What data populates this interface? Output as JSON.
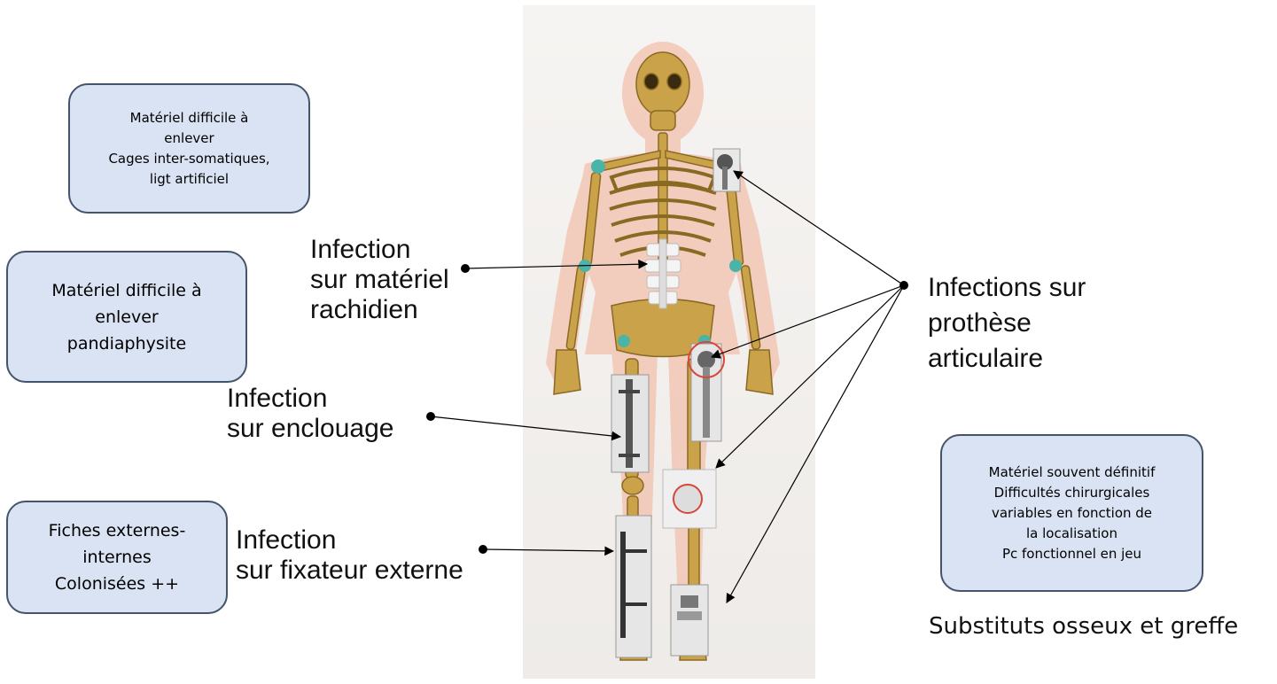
{
  "colors": {
    "box_fill": "#dae3f3",
    "box_border": "#44546a",
    "figure_background": "#f4f2f0",
    "bone": "#c9a24a",
    "skin": "#f2c6b4",
    "joint_marker": "#4bb4a8",
    "highlight_circle": "#d9463a",
    "arrow": "#000000"
  },
  "boxes": {
    "top_left": {
      "lines": [
        "Matériel difficile à",
        "enlever",
        "Cages inter-somatiques,",
        "ligt artificiel"
      ]
    },
    "mid_left": {
      "lines": [
        "Matériel difficile à",
        "enlever",
        "pandiaphysite"
      ]
    },
    "bottom_left": {
      "lines": [
        "Fiches externes-",
        "internes",
        "Colonisées ++"
      ]
    },
    "right": {
      "lines": [
        "Matériel souvent définitif",
        "Difficultés chirurgicales",
        "variables en fonction de",
        "la localisation",
        "Pc fonctionnel en jeu"
      ]
    }
  },
  "labels": {
    "spine": [
      "Infection",
      "sur matériel",
      "rachidien"
    ],
    "nail": [
      "Infection",
      "sur enclouage"
    ],
    "fixator": [
      "Infection",
      "sur fixateur externe"
    ],
    "prosthesis": [
      "Infections sur",
      "prothèse",
      "articulaire"
    ],
    "substitutes": "Substituts osseux et greffe"
  },
  "icons": {
    "figure": "skeleton-anatomy-figure",
    "shoulder_implant": "shoulder-prosthesis-xray-icon",
    "hip_implant": "hip-prosthesis-xray-icon",
    "nail_implant": "intramedullary-nail-xray-icon",
    "knee_implant": "knee-prosthesis-icon",
    "fixator_implant": "external-fixator-xray-icon",
    "ankle_implant": "ankle-prosthesis-xray-icon",
    "spine_implant": "spinal-hardware-icon"
  }
}
